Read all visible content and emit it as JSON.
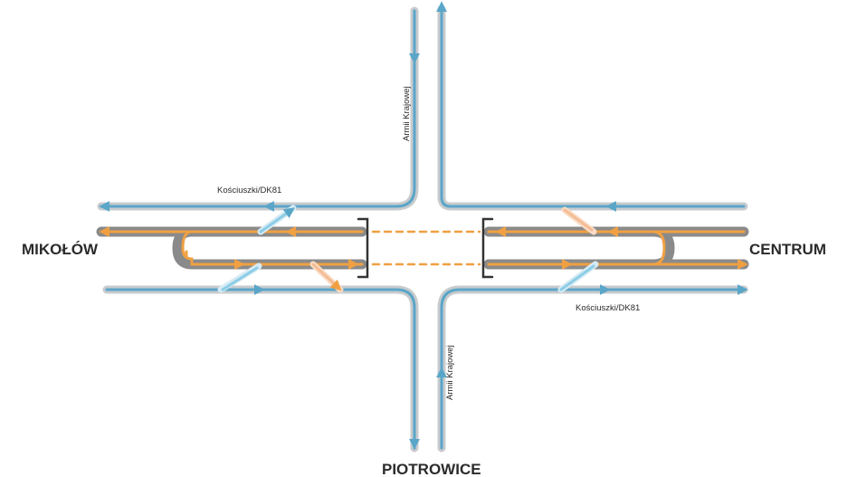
{
  "labels": {
    "west": "MIKOŁÓW",
    "east": "CENTRUM",
    "south": "PIOTROWICE",
    "road_top": "Kościuszki/DK81",
    "road_bottom": "Kościuszki/DK81",
    "armii_north": "Armii Krajowej",
    "armii_south": "Armii Krajowej"
  },
  "colors": {
    "road_gray": "#c8cbce",
    "road_blue": "#5aa6c8",
    "tunnel_gray": "#8a8a8a",
    "tunnel_orange": "#f0a042",
    "ramp_blue": "#8ccde6",
    "ramp_orange": "#f4bc94",
    "portal": "#333333"
  }
}
